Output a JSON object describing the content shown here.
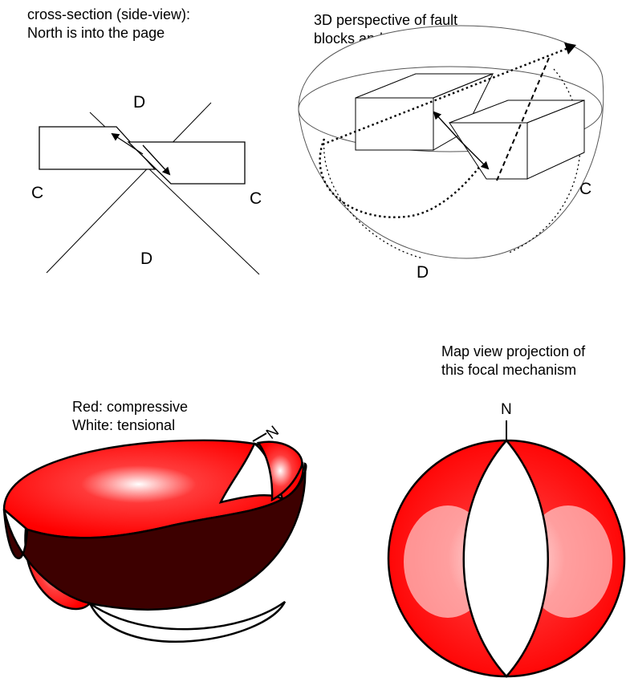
{
  "captions": {
    "cross_section_line1": "cross-section (side-view):",
    "cross_section_line2": "North is into the page",
    "perspective_line1": "3D perspective of fault",
    "perspective_line2": "blocks and focal sphere",
    "map_view_line1": "Map view projection of",
    "map_view_line2": "this focal mechanism",
    "legend_red": "Red: compressive",
    "legend_white": "White: tensional"
  },
  "quadrant_labels": {
    "compressional": "C",
    "dilatational": "D"
  },
  "north_label": "N",
  "colors": {
    "compressive_red": "#ff0000",
    "highlight": "#ffffff",
    "inner_shadow": "#3d0000",
    "tensional_white": "#ffffff",
    "outline": "#000000"
  }
}
